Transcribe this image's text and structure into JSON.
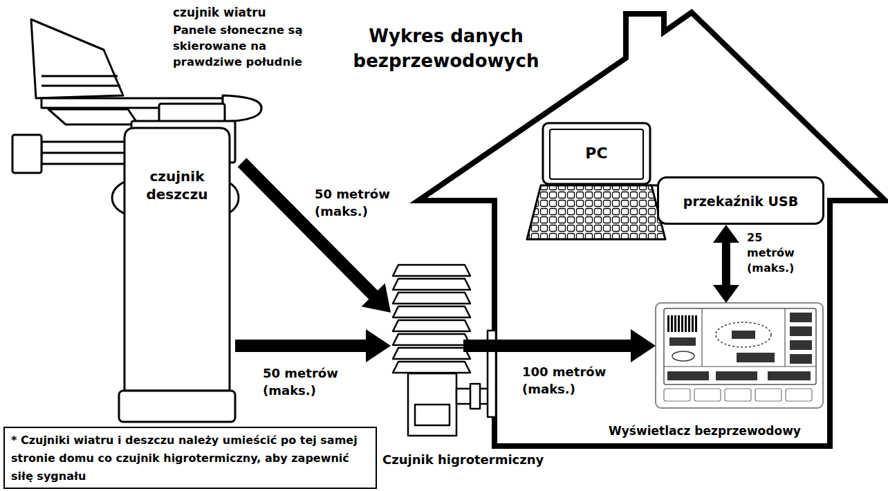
{
  "diagram": {
    "title": "Wykres danych bezprzewodowych",
    "nodes": [
      {
        "text": [
          "czujnik wiatru",
          "Panele słoneczne są skierowane na prawdziwe południe"
        ]
      },
      {
        "text": [
          "PC"
        ]
      },
      {
        "text": [
          "przekaźnik USB"
        ]
      },
      {
        "text": [
          "czujnik deszczu"
        ]
      },
      {
        "text": [
          "Czujnik higrotermiczny"
        ]
      },
      {
        "text": [
          "Wyświetlacz bezprzewodowy"
        ]
      },
      {
        "text": [
          "* Czujniki wiatru i deszczu należy umieścić po tej samej stronie domu co czujnik higrotermiczny, aby zapewnić siłę sygnału"
        ]
      }
    ],
    "edges": [
      {
        "from": 0,
        "to": 4,
        "arrow": "to",
        "label": "50 metrów (maks.)"
      },
      {
        "from": 3,
        "to": 4,
        "arrow": "to",
        "label": "50 metrów (maks.)"
      },
      {
        "from": 4,
        "to": 5,
        "arrow": "to",
        "label": "100 metrów (maks.)"
      },
      {
        "from": 2,
        "to": 5,
        "arrow": "both",
        "label": "25 metrów (maks.)"
      },
      {
        "from": 1,
        "to": 2,
        "arrow": "none"
      }
    ]
  }
}
